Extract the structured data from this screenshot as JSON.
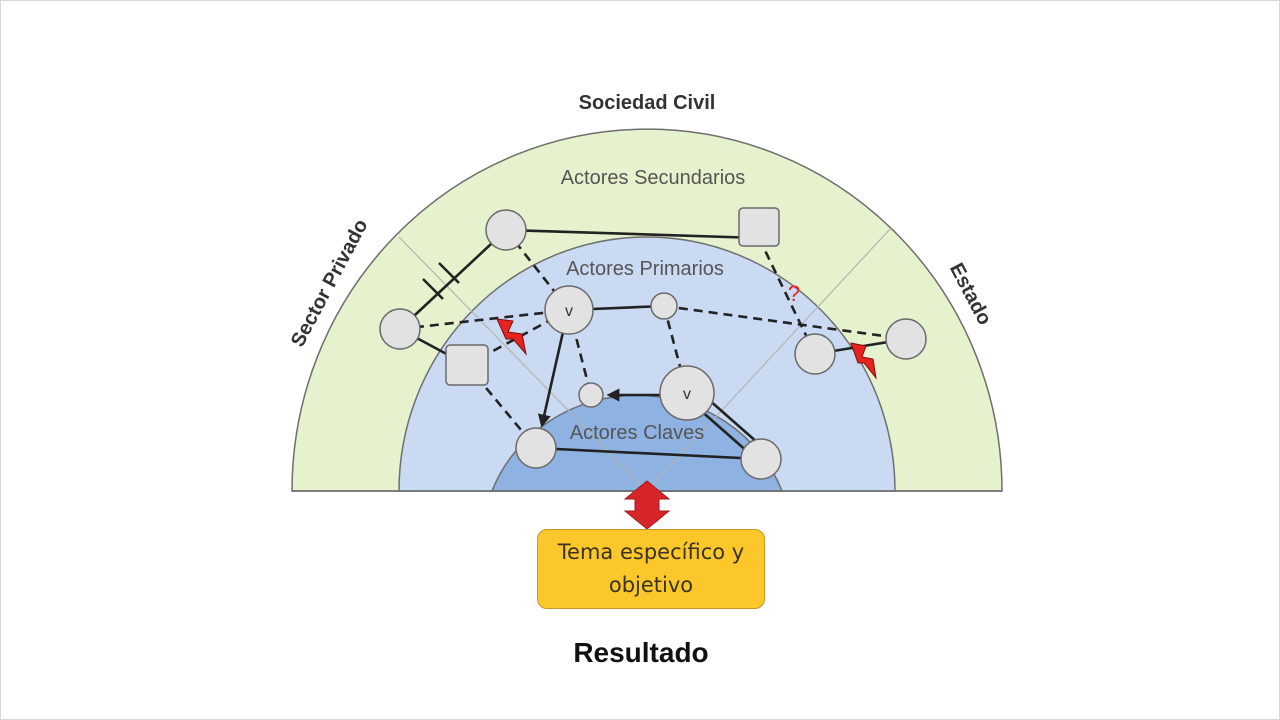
{
  "sectors": {
    "top": "Sociedad Civil",
    "left": "Sector Privado",
    "right": "Estado"
  },
  "zones": {
    "outer": "Actores Secundarios",
    "middle": "Actores Primarios",
    "inner": "Actores Claves"
  },
  "node_marks": {
    "veto_symbol": "v",
    "unknown_relation": "?"
  },
  "focus_box": "Tema específico y objetivo",
  "result_label": "Resultado",
  "colors": {
    "outer_ring": "#e6f2cd",
    "middle_ring": "#c9daf2",
    "inner_ring": "#8eb2e2",
    "node_fill": "#e2e2e2",
    "conflict": "#e8231f",
    "arrow": "#d7232a",
    "focus_box": "#fbc72a"
  }
}
